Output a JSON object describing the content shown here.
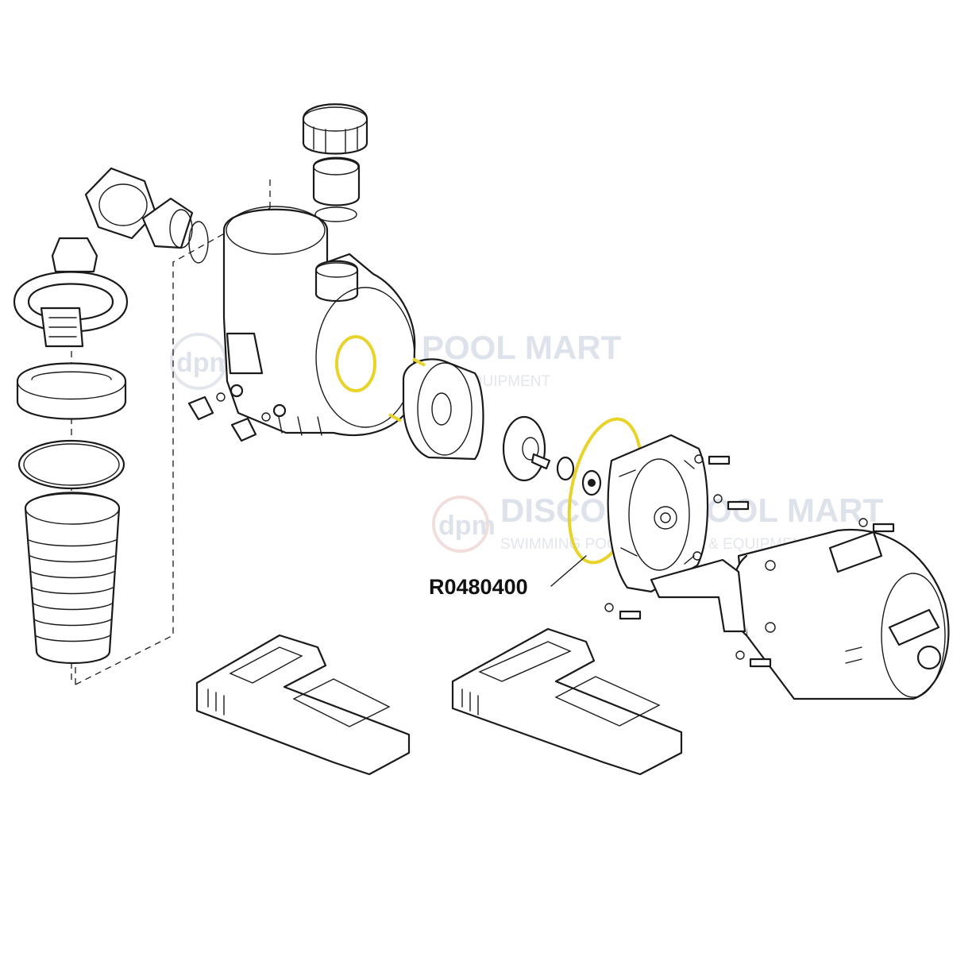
{
  "diagram": {
    "callouts": [
      {
        "id": "diffuser-o-ring",
        "label": "R0480400"
      }
    ],
    "highlight_color": "#e8d32a",
    "line_color": "#1a1a1a"
  },
  "watermark": {
    "logo_text": "dpm",
    "title": "DISCOUNT POOL MART",
    "subtitle": "SWIMMING POOL SUPPLIES & EQUIPMENT",
    "color": "#d9dde7"
  }
}
